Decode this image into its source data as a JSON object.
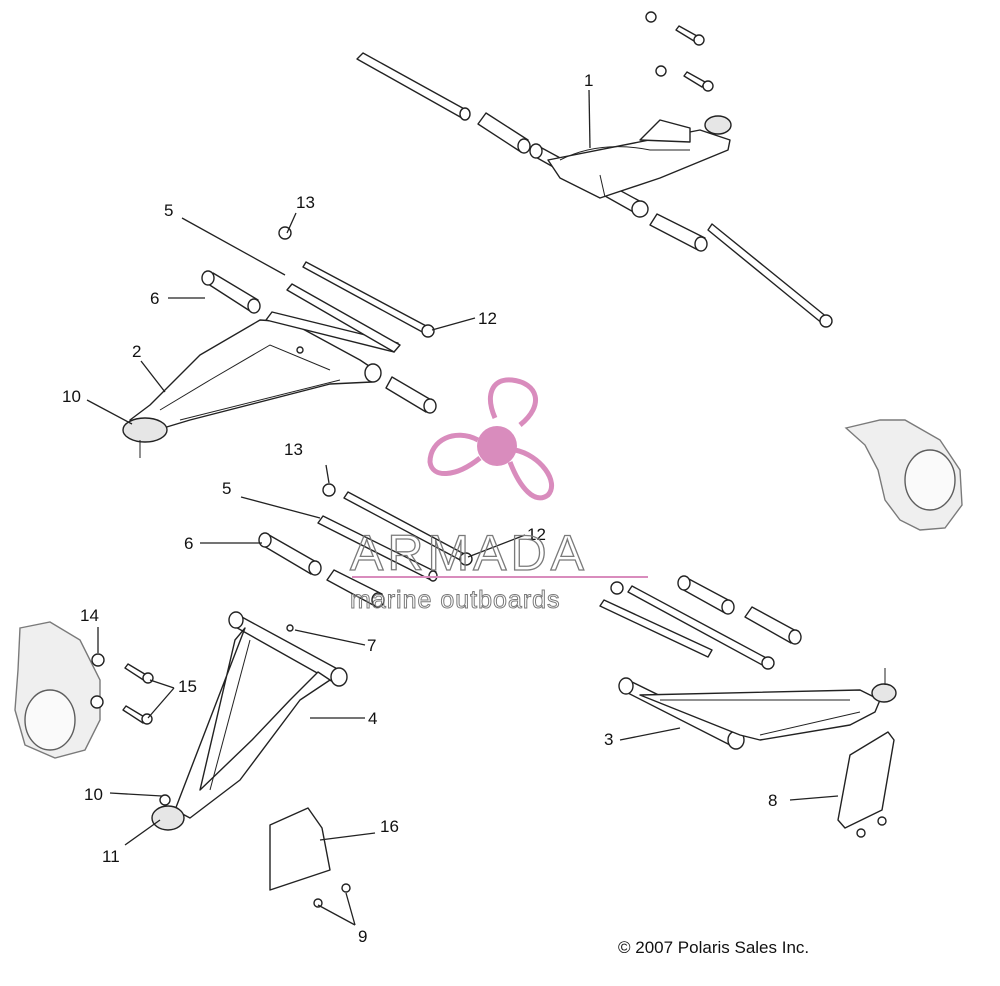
{
  "diagram": {
    "callouts": [
      "1",
      "2",
      "3",
      "4",
      "5",
      "5",
      "6",
      "6",
      "7",
      "8",
      "9",
      "10",
      "10",
      "11",
      "12",
      "12",
      "13",
      "13",
      "14",
      "15",
      "16"
    ],
    "copyright": "© 2007 Polaris Sales Inc."
  },
  "watermark": {
    "brand": "ARMADA",
    "tagline": "marine outboards",
    "logo_color": "#d98cbd"
  }
}
